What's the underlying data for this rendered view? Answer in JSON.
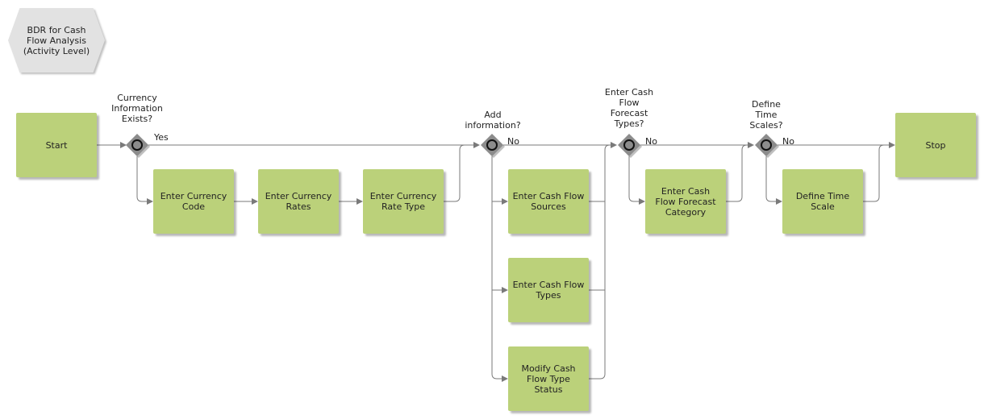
{
  "title": "BDR for Cash\nFlow Analysis\n(Activity Level)",
  "nodes": {
    "start": "Start",
    "stop": "Stop",
    "enter_currency_code": "Enter Currency\nCode",
    "enter_currency_rates": "Enter Currency\nRates",
    "enter_currency_rate_type": "Enter Currency\nRate Type",
    "enter_cash_flow_sources": "Enter Cash Flow\nSources",
    "enter_cash_flow_types": "Enter Cash Flow\nTypes",
    "modify_cash_flow_type_status": "Modify Cash\nFlow Type\nStatus",
    "enter_cash_flow_forecast_category": "Enter Cash\nFlow Forecast\nCategory",
    "define_time_scale": "Define Time\nScale"
  },
  "decisions": {
    "currency_exists": {
      "question": "Currency\nInformation\nExists?",
      "branch": "Yes"
    },
    "add_information": {
      "question": "Add\ninformation?",
      "branch": "No"
    },
    "forecast_types": {
      "question": "Enter Cash\nFlow\nForecast\nTypes?",
      "branch": "No"
    },
    "time_scales": {
      "question": "Define\nTime\nScales?",
      "branch": "No"
    }
  },
  "colors": {
    "task_fill": "#bbd17a",
    "title_fill": "#e2e2e2",
    "gateway_fill": "#8c8c8c",
    "connector": "#7a7a7a"
  }
}
